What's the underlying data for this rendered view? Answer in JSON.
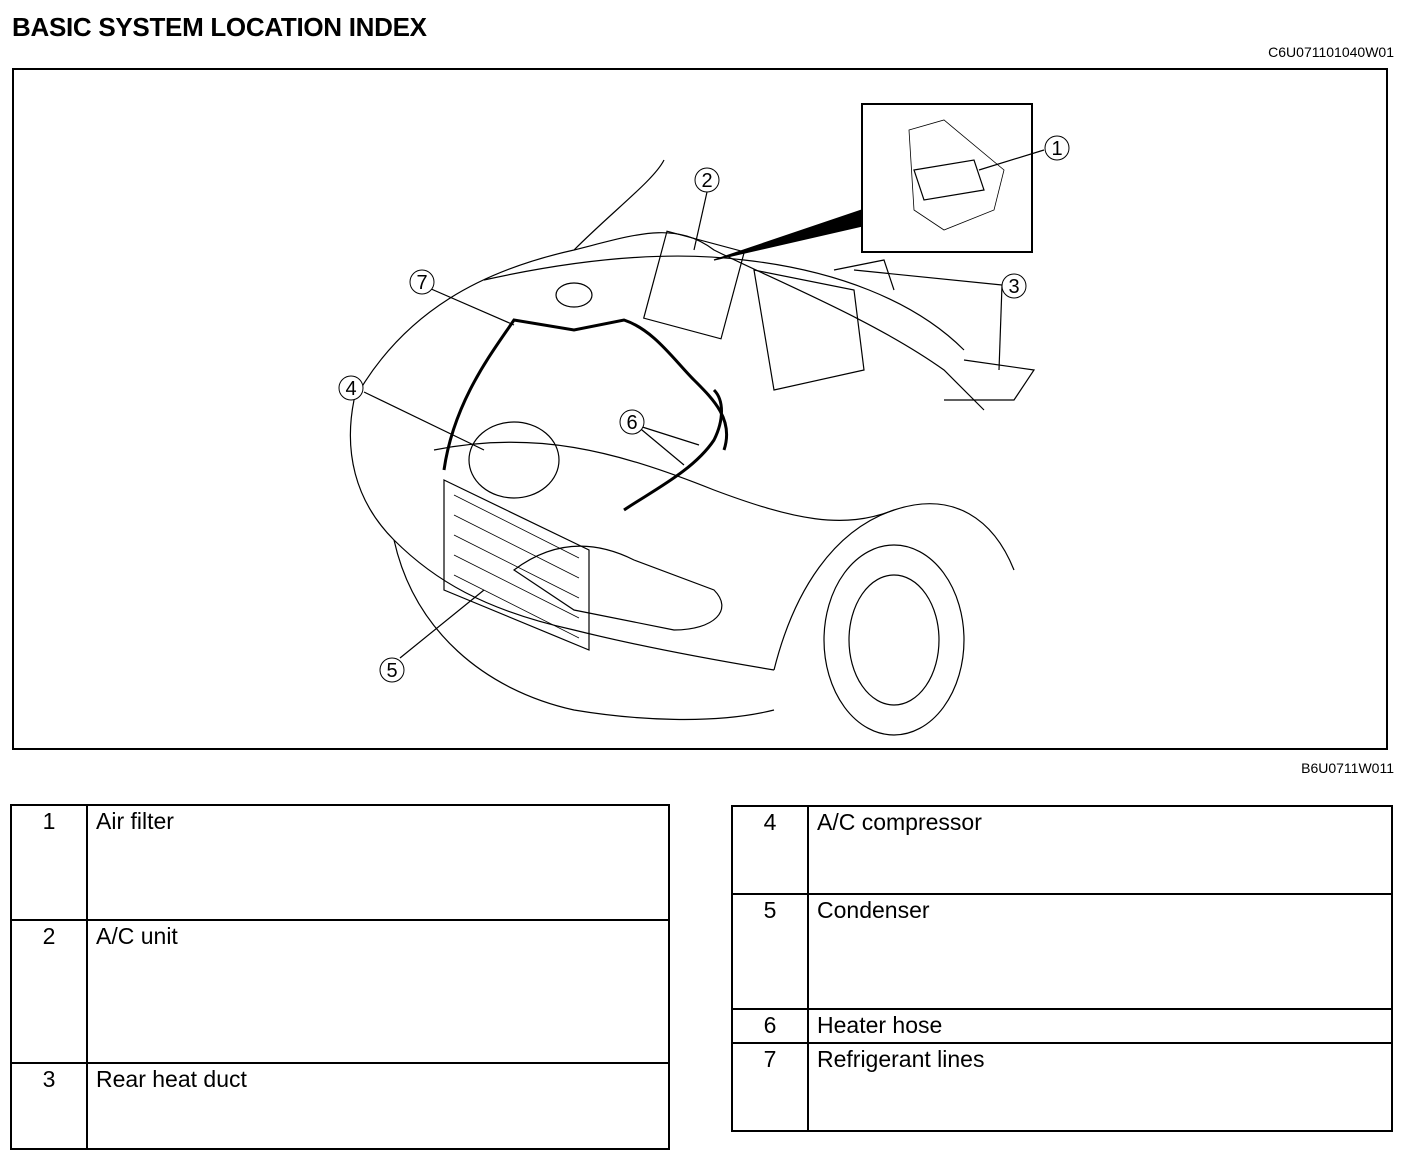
{
  "page": {
    "title": "BASIC SYSTEM LOCATION INDEX",
    "doc_code": "C6U071101040W01",
    "figure_code": "B6U0711W011"
  },
  "callouts": [
    "1",
    "2",
    "3",
    "4",
    "5",
    "6",
    "7"
  ],
  "index_left": [
    {
      "num": "1",
      "name": "Air filter"
    },
    {
      "num": "2",
      "name": "A/C unit"
    },
    {
      "num": "3",
      "name": "Rear heat duct"
    }
  ],
  "index_right": [
    {
      "num": "4",
      "name": "A/C compressor"
    },
    {
      "num": "5",
      "name": "Condenser"
    },
    {
      "num": "6",
      "name": "Heater hose"
    },
    {
      "num": "7",
      "name": "Refrigerant lines"
    }
  ]
}
